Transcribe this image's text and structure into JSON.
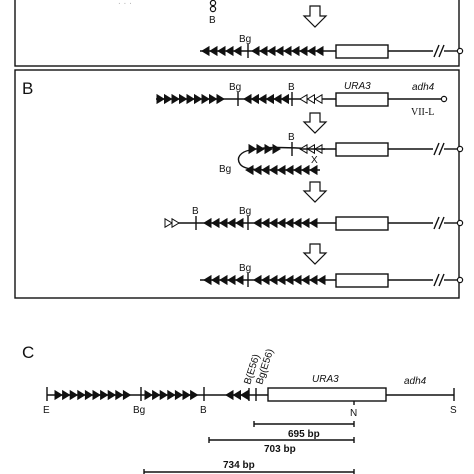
{
  "panels": {
    "top_fragment": {
      "labels": [
        "B",
        "Bg"
      ]
    },
    "b": {
      "label": "B",
      "row1": {
        "labels": [
          "Bg",
          "B"
        ],
        "gene": "URA3",
        "locus": "adh4",
        "chromosome": "VII-L"
      },
      "row2": {
        "labels": [
          "B",
          "Bg",
          "X"
        ]
      },
      "row3": {
        "labels": [
          "B",
          "Bg"
        ]
      },
      "row4": {
        "labels": [
          "Bg"
        ]
      }
    },
    "c": {
      "label": "C",
      "site_labels": [
        "B(E56)",
        "Bg(E56)"
      ],
      "gene": "URA3",
      "locus": "adh4",
      "bottom_labels": [
        "E",
        "Bg",
        "B",
        "N",
        "S"
      ],
      "fragments": [
        "695 bp",
        "703 bp",
        "734 bp"
      ]
    }
  }
}
